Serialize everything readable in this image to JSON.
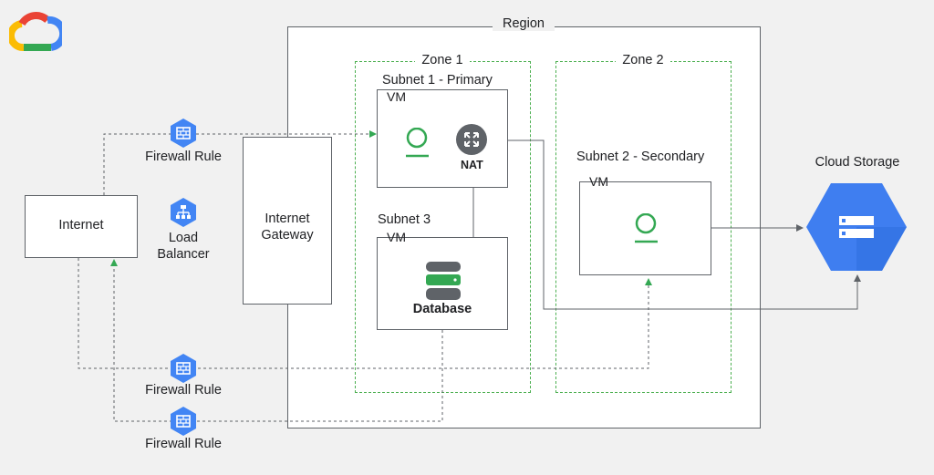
{
  "region": {
    "label": "Region"
  },
  "zones": [
    {
      "label": "Zone 1"
    },
    {
      "label": "Zone 2"
    }
  ],
  "subnets": {
    "primary": "Subnet 1 - Primary",
    "secondary": "Subnet 2 - Secondary",
    "third": "Subnet 3"
  },
  "vm_label": "VM",
  "nat_label": "NAT",
  "database_label": "Database",
  "internet_label": "Internet",
  "gateway_label_line1": "Internet",
  "gateway_label_line2": "Gateway",
  "cloud_storage_label": "Cloud Storage",
  "firewall_rules": [
    {
      "label": "Firewall Rule"
    },
    {
      "label": "Firewall Rule"
    },
    {
      "label": "Firewall Rule"
    }
  ],
  "load_balancer": {
    "line1": "Load",
    "line2": "Balancer"
  },
  "colors": {
    "green": "#34a853",
    "blue": "#4285f4",
    "storage_blue": "#3f7ef0",
    "line": "#5f6368",
    "dash_green": "#4caf50"
  },
  "icons": [
    "google-cloud-logo",
    "firewall-icon",
    "load-balancer-icon",
    "nat-icon",
    "database-icon",
    "vm-instance-icon",
    "cloud-storage-icon"
  ]
}
